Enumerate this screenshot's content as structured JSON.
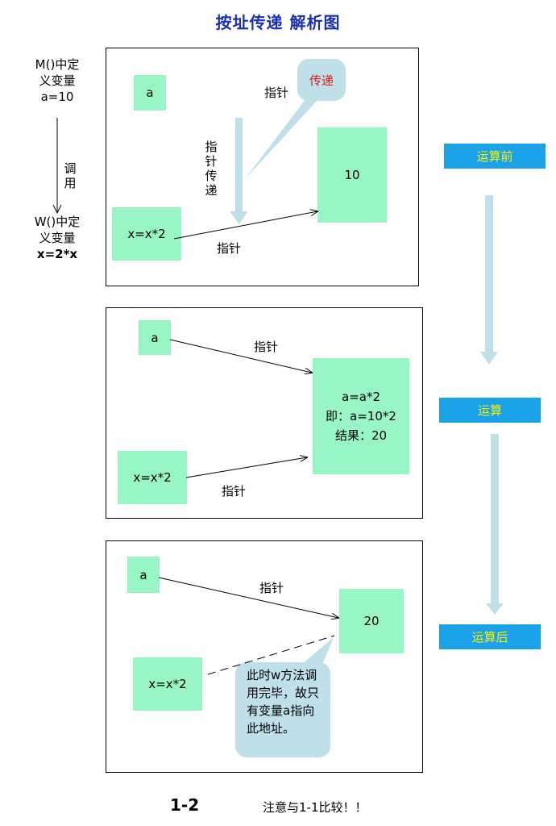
{
  "title": "按址传递 解析图",
  "left_flow": {
    "m_line1": "M()中定",
    "m_line2": "义变量",
    "m_line3": "a=10",
    "call_label": "调用",
    "w_line1": "W()中定",
    "w_line2": "义变量",
    "w_line3": "x=2*x"
  },
  "panel1": {
    "box_a": "a",
    "box_x": "x=x*2",
    "box_value": "10",
    "label_pointer_top": "指针",
    "label_pointer_bottom": "指针",
    "label_vertical": "指针传递",
    "callout": "传递"
  },
  "panel2": {
    "box_a": "a",
    "box_x": "x=x*2",
    "box_value": "a=a*2\n即：a=10*2\n结果：20",
    "label_pointer_top": "指针",
    "label_pointer_bottom": "指针"
  },
  "panel3": {
    "box_a": "a",
    "box_x": "x=x*2",
    "box_value": "20",
    "label_pointer_top": "指针",
    "callout": "此时w方法调用完毕，故只有变量a指向此地址。"
  },
  "stages": {
    "before": "运算前",
    "during": "运算",
    "after": "运算后"
  },
  "footer": {
    "number": "1-2",
    "note": "注意与1-1比较！！"
  },
  "colors": {
    "title": "#1a2fb0",
    "box": "#98f5c6",
    "stage_bg": "#1aa3e8",
    "stage_text": "#ffee00",
    "arrow": "#bfe0e8",
    "callout_text_red": "#d81e1e"
  }
}
